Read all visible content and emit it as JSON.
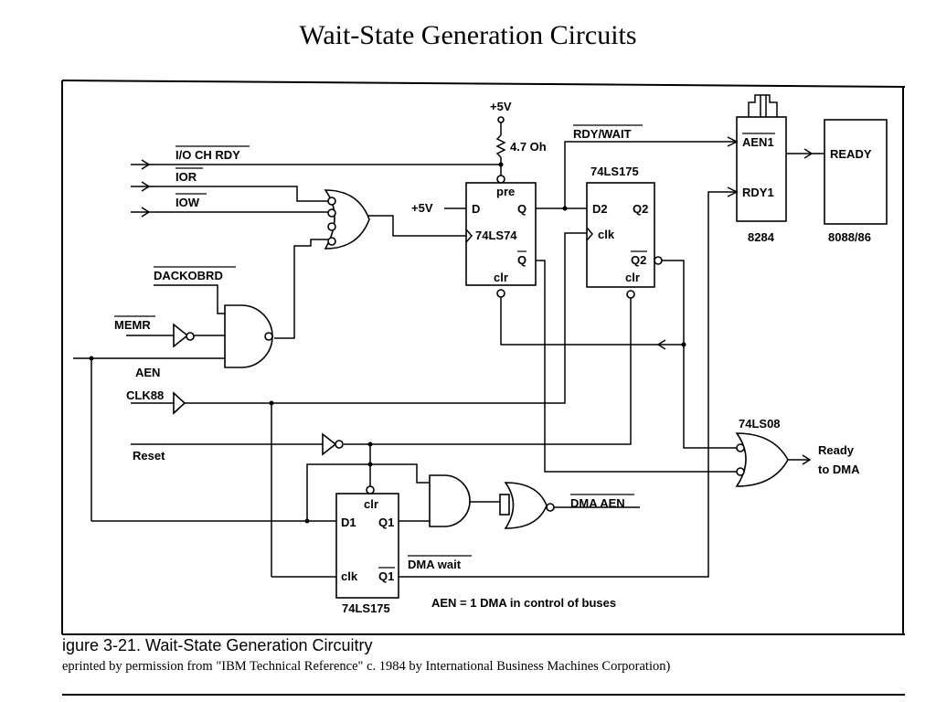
{
  "slide_title": "Wait-State Generation Circuits",
  "labels": {
    "io_ch_rdy": "I/O CH RDY",
    "ior": "IOR",
    "iow": "IOW",
    "dackobrd": "DACKOBRD",
    "memr": "MEMR",
    "aen": "AEN",
    "clk88": "CLK88",
    "reset": "Reset",
    "plus5v_top": "+5V",
    "resistor": "4.7 Oh",
    "plus5v_d": "+5V",
    "ff1_d": "D",
    "ff1_pre": "pre",
    "ff1_q": "Q",
    "ff1_name": "74LS74",
    "ff1_qbar": "Q",
    "ff1_clr": "clr",
    "ff2_title": "74LS175",
    "ff2_d2": "D2",
    "ff2_q2": "Q2",
    "ff2_clk": "clk",
    "ff2_q2bar": "Q2",
    "ff2_clr": "clr",
    "rdy_wait": "RDY/WAIT",
    "aen1": "AEN1",
    "rdy1": "RDY1",
    "chip_8284": "8284",
    "ready": "READY",
    "cpu_8088": "8088/86",
    "ls08": "74LS08",
    "ready_dma_1": "Ready",
    "ready_dma_2": "to DMA",
    "ff3_clr": "clr",
    "ff3_d1": "D1",
    "ff3_q1": "Q1",
    "ff3_clk": "clk",
    "ff3_q1bar": "Q1",
    "ff3_name": "74LS175",
    "dma_aen": "DMA AEN",
    "dma_wait": "DMA wait",
    "aen_note": "AEN = 1  DMA in control of buses"
  },
  "caption": {
    "line1": "igure 3-21. Wait-State Generation Circuitry",
    "line2": "eprinted by permission from \"IBM Technical Reference\" c. 1984 by International Business Machines Corporation)"
  }
}
